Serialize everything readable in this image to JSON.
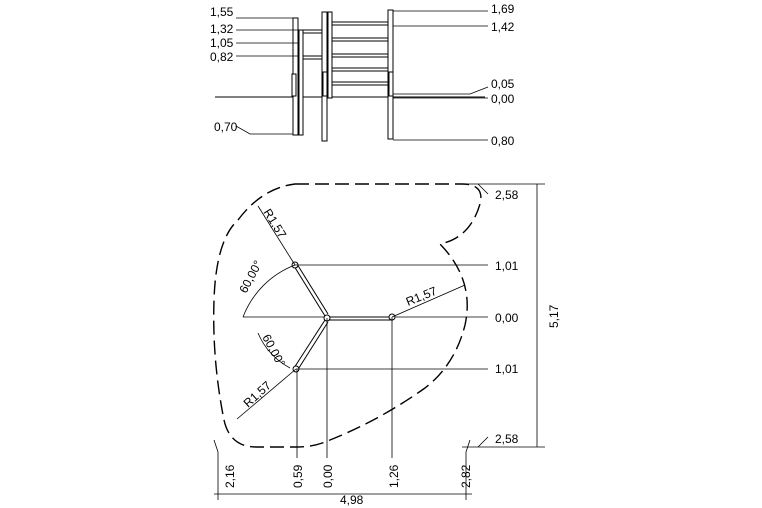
{
  "elevation": {
    "left_dims": [
      "1,55",
      "1,32",
      "1,05",
      "0,82",
      "0,70"
    ],
    "right_dims": [
      "1,69",
      "1,42",
      "0,05",
      "0,00",
      "0,80"
    ]
  },
  "plan": {
    "right_dims": [
      "2,58",
      "1,01",
      "0,00",
      "1,01",
      "2,58"
    ],
    "total_height": "5,17",
    "radii": [
      "R1,57",
      "R1,57",
      "R1,57"
    ],
    "angles": [
      "60,00°",
      "60,00°"
    ],
    "bottom_dims": [
      "2,16",
      "0,59",
      "0,00",
      "1,26",
      "2,82"
    ],
    "total_width": "4,98"
  }
}
